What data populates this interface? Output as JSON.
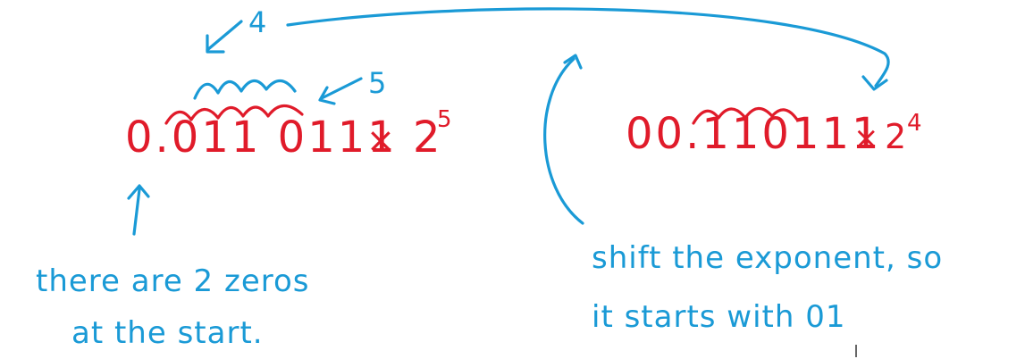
{
  "left_expression": {
    "mantissa": "0.011 0111",
    "times": "×",
    "base": "2",
    "exponent": "5"
  },
  "right_expression": {
    "mantissa": "00.110111",
    "times": "×",
    "base": "2",
    "exponent": "4"
  },
  "labels": {
    "count_after_shift": "4",
    "count_before_shift": "5"
  },
  "notes": {
    "left_line1": "there are 2 zeros",
    "left_line2": "at the start.",
    "right_line1": "shift the exponent, so",
    "right_line2": "it starts with 01"
  },
  "colors": {
    "red_ink": "#e01b2a",
    "blue_ink": "#1a9ad6"
  }
}
